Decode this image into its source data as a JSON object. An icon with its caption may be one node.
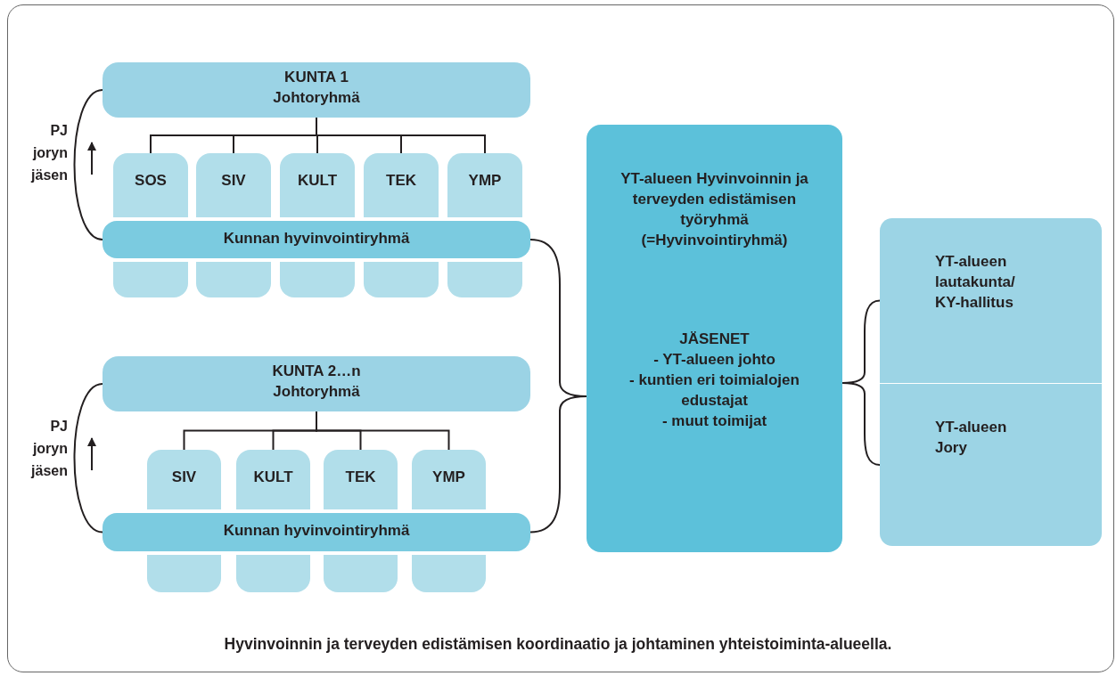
{
  "diagram": {
    "caption": "Hyvinvoinnin ja terveyden edistämisen koordinaatio ja johtaminen yhteistoiminta-alueella.",
    "nodes": [
      {
        "text": [
          "KUNTA 1",
          "Johtoryhmä"
        ]
      },
      {
        "text": [
          "SOS"
        ]
      },
      {
        "text": [
          "SIV"
        ]
      },
      {
        "text": [
          "KULT"
        ]
      },
      {
        "text": [
          "TEK"
        ]
      },
      {
        "text": [
          "YMP"
        ]
      },
      {
        "text": [
          "Kunnan hyvinvointiryhmä"
        ]
      },
      {
        "text": [
          "KUNTA 2…n",
          "Johtoryhmä"
        ]
      },
      {
        "text": [
          "SIV"
        ]
      },
      {
        "text": [
          "KULT"
        ]
      },
      {
        "text": [
          "TEK"
        ]
      },
      {
        "text": [
          "YMP"
        ]
      },
      {
        "text": [
          "Kunnan hyvinvointiryhmä"
        ]
      },
      {
        "text": [
          "YT-alueen Hyvinvoinnin ja terveyden edistämisen työryhmä (=Hyvinvointiryhmä)",
          "JÄSENET",
          "- YT-alueen johto",
          "- kuntien eri toimialojen edustajat",
          "- muut toimijat"
        ]
      },
      {
        "text": [
          "YT-alueen lautakunta/ KY-hallitus"
        ]
      },
      {
        "text": [
          "YT-alueen Jory"
        ]
      },
      {
        "text": [],
        "shape": "box"
      },
      {
        "text": [],
        "shape": "box"
      },
      {
        "text": [],
        "shape": "box"
      },
      {
        "text": [],
        "shape": "box"
      },
      {
        "text": [],
        "shape": "box"
      },
      {
        "text": [],
        "shape": "box"
      },
      {
        "text": [],
        "shape": "box"
      },
      {
        "text": [],
        "shape": "box"
      },
      {
        "text": [],
        "shape": "box"
      }
    ],
    "edges": [
      {
        "from": 6,
        "to": 0,
        "arrow": "none",
        "label": "PJ joryn jäsen"
      },
      {
        "from": 0,
        "to": 1,
        "arrow": "none"
      },
      {
        "from": 0,
        "to": 2,
        "arrow": "none"
      },
      {
        "from": 0,
        "to": 3,
        "arrow": "none"
      },
      {
        "from": 0,
        "to": 4,
        "arrow": "none"
      },
      {
        "from": 0,
        "to": 5,
        "arrow": "none"
      },
      {
        "from": 12,
        "to": 7,
        "arrow": "none",
        "label": "PJ joryn jäsen"
      },
      {
        "from": 7,
        "to": 8,
        "arrow": "none"
      },
      {
        "from": 7,
        "to": 9,
        "arrow": "none"
      },
      {
        "from": 7,
        "to": 10,
        "arrow": "none"
      },
      {
        "from": 7,
        "to": 11,
        "arrow": "none"
      },
      {
        "from": 6,
        "to": 13,
        "arrow": "none"
      },
      {
        "from": 12,
        "to": 13,
        "arrow": "none"
      },
      {
        "from": 14,
        "to": 13,
        "arrow": "none"
      },
      {
        "from": 15,
        "to": 13,
        "arrow": "none"
      }
    ]
  }
}
